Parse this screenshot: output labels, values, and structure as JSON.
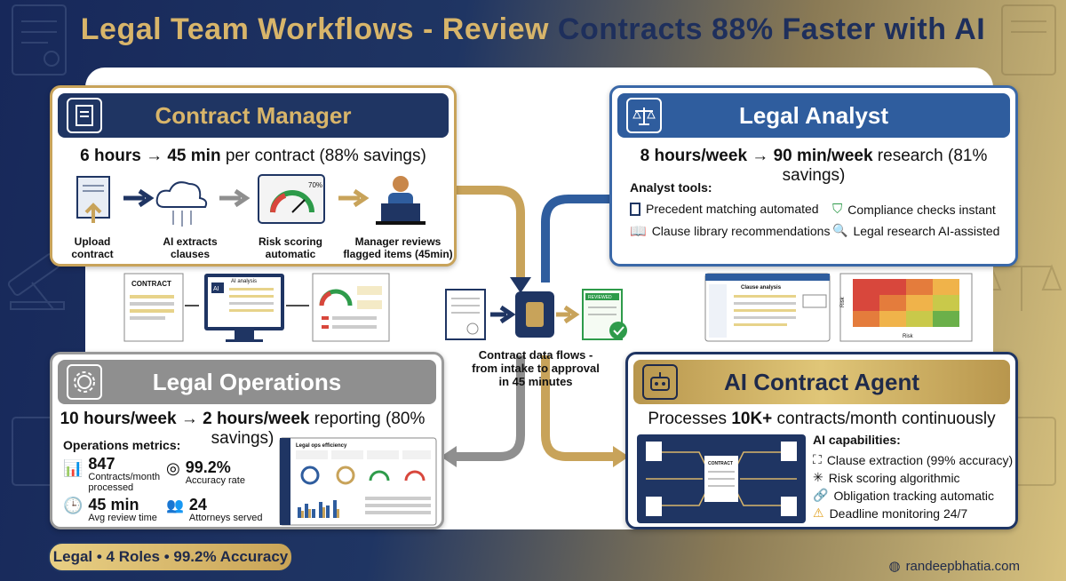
{
  "title": {
    "part1": "Legal Team Workflows - Review ",
    "part2": "Contracts 88% Faster with AI"
  },
  "contract_manager": {
    "title": "Contract Manager",
    "headline_bold": "6 hours → 45 min",
    "headline_rest": " per contract (88% savings)",
    "steps": [
      {
        "label": "Upload contract"
      },
      {
        "label": "AI extracts clauses"
      },
      {
        "label": "Risk scoring automatic"
      },
      {
        "label": "Manager reviews flagged items (45min)"
      }
    ],
    "gauge_pct": "70%",
    "thumb_contract": "CONTRACT",
    "thumb_ai": "AI analysis",
    "thumb_ai_icon": "AI"
  },
  "legal_analyst": {
    "title": "Legal Analyst",
    "headline_bold": "8 hours/week → 90 min/week",
    "headline_rest": " research (81% savings)",
    "tools_title": "Analyst tools:",
    "tools": [
      "Precedent matching automated",
      "Compliance checks instant",
      "Clause library recommendations",
      "Legal research AI-assisted"
    ],
    "screen_title": "Clause analysis",
    "heatmap_ylabel": "Risk",
    "heatmap_xlabel": "Risk"
  },
  "center": {
    "label": "Contract data flows - from intake to approval in 45 minutes",
    "stamp": "REVIEWED"
  },
  "legal_operations": {
    "title": "Legal Operations",
    "headline_bold": "10 hours/week → 2 hours/week",
    "headline_rest": " reporting (80% savings)",
    "metrics_title": "Operations metrics:",
    "metrics": [
      {
        "value": "847",
        "label": "Contracts/month processed"
      },
      {
        "value": "99.2%",
        "label": "Accuracy rate"
      },
      {
        "value": "45 min",
        "label": "Avg review time"
      },
      {
        "value": "24",
        "label": "Attorneys served"
      }
    ],
    "dashboard_title": "Legal ops efficiency"
  },
  "ai_agent": {
    "title": "AI Contract Agent",
    "headline_pre": "Processes ",
    "headline_bold": "10K+",
    "headline_rest": " contracts/month continuously",
    "cap_title": "AI capabilities:",
    "capabilities": [
      "Clause extraction (99% accuracy)",
      "Risk scoring algorithmic",
      "Obligation tracking automatic",
      "Deadline monitoring 24/7"
    ],
    "chip_label": "CONTRACT"
  },
  "badge": "Legal • 4 Roles • 99.2% Accuracy",
  "footer": "randeepbhatia.com",
  "colors": {
    "navy": "#1f3563",
    "gold": "#c8a35a",
    "blue": "#2f5d9e",
    "gray": "#8f8f8f"
  }
}
